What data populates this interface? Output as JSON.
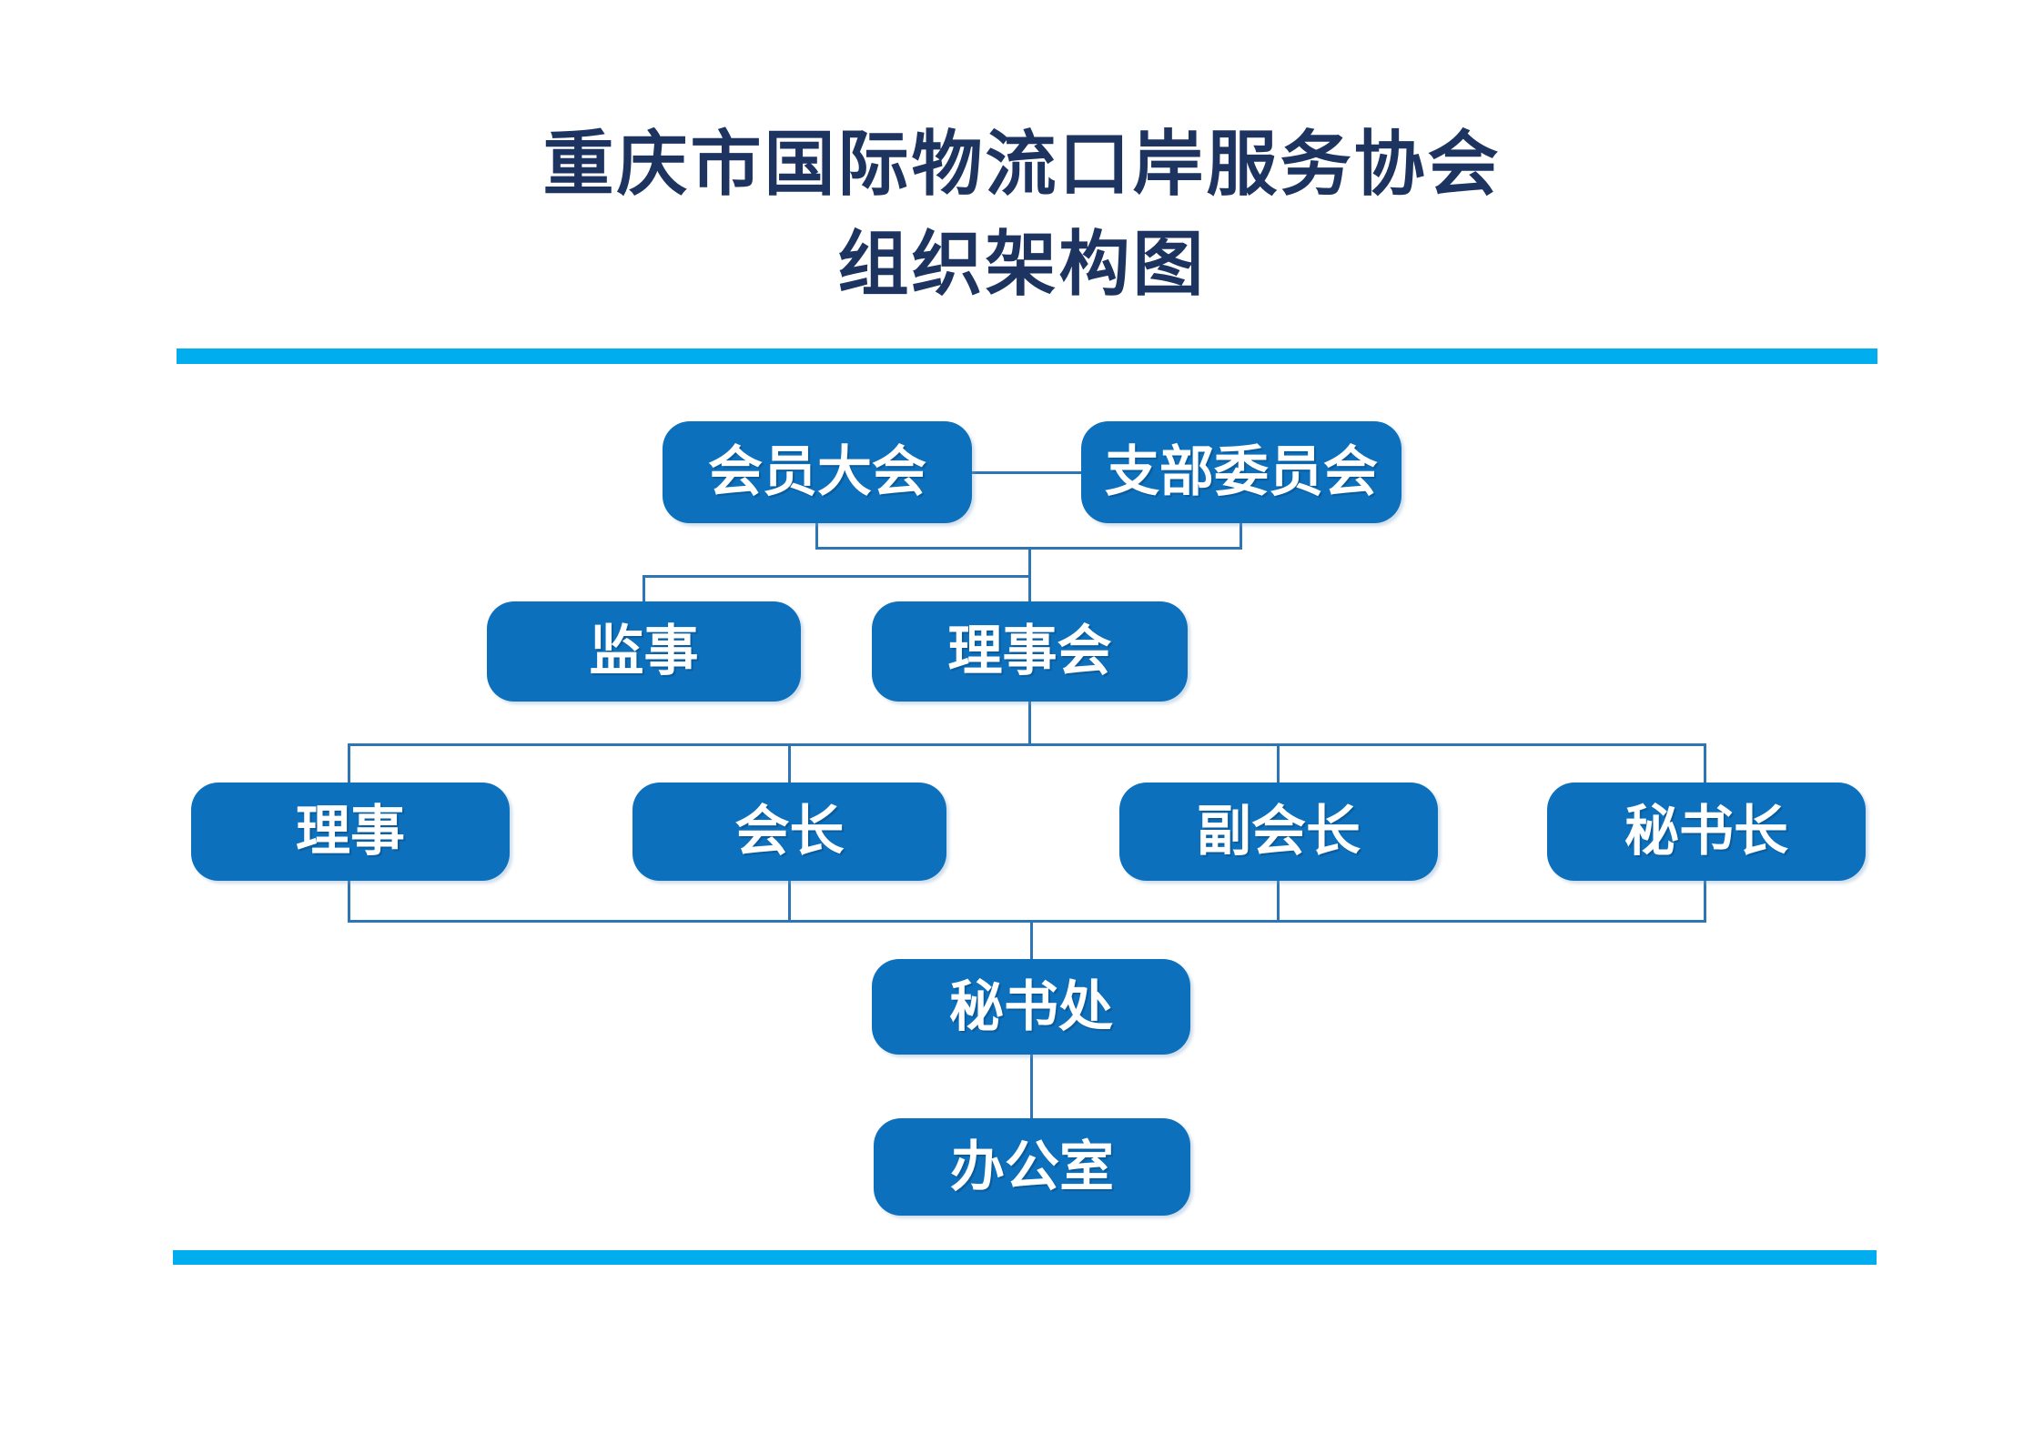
{
  "title": {
    "line1": "重庆市国际物流口岸服务协会",
    "line2": "组织架构图"
  },
  "nodes": {
    "member_assembly": {
      "label": "会员大会"
    },
    "branch_committee": {
      "label": "支部委员会"
    },
    "supervisors": {
      "label": "监事"
    },
    "council": {
      "label": "理事会"
    },
    "directors": {
      "label": "理事"
    },
    "president": {
      "label": "会长"
    },
    "vice_president": {
      "label": "副会长"
    },
    "secretary_general": {
      "label": "秘书长"
    },
    "secretariat": {
      "label": "秘书处"
    },
    "office": {
      "label": "办公室"
    }
  },
  "edges": [
    {
      "from": [
        "member_assembly"
      ],
      "to": [
        "branch_committee"
      ],
      "style": "peer-horizontal"
    },
    {
      "from": [
        "member_assembly",
        "branch_committee"
      ],
      "to": [
        "supervisors",
        "council"
      ]
    },
    {
      "from": [
        "council"
      ],
      "to": [
        "directors",
        "president",
        "vice_president",
        "secretary_general"
      ]
    },
    {
      "from": [
        "directors",
        "president",
        "vice_president",
        "secretary_general"
      ],
      "to": [
        "secretariat"
      ]
    },
    {
      "from": [
        "secretariat"
      ],
      "to": [
        "office"
      ]
    }
  ],
  "colors": {
    "background": "#FFFFFF",
    "title_text": "#1D3461",
    "divider": "#00AEEF",
    "node_fill": "#0D70BD",
    "node_text": "#FFFFFF",
    "connector": "#2E75B6"
  }
}
